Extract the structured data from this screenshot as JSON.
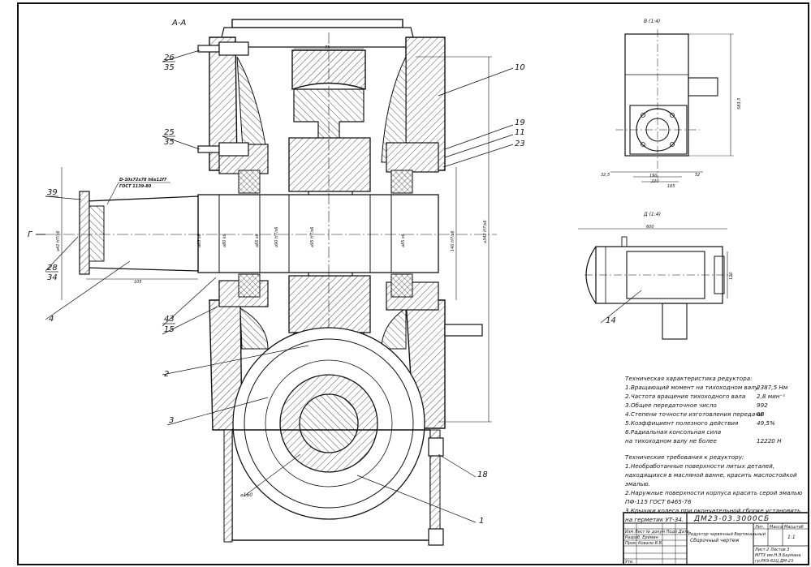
{
  "drawing": {
    "section_label": "А-А",
    "view_b_label": "В (1:4)",
    "view_d_label": "Д (1:4)",
    "view_g_label": "Г",
    "spline_spec_line1": "D-10x72x78 h6x12f7",
    "spline_spec_line2": "ГОСТ 1139-80"
  },
  "callouts": [
    {
      "num": "26",
      "sub": "35"
    },
    {
      "num": "25",
      "sub": "35"
    },
    {
      "num": "39",
      "sub": ""
    },
    {
      "num": "28",
      "sub": "34"
    },
    {
      "num": "4",
      "sub": ""
    },
    {
      "num": "43",
      "sub": "15"
    },
    {
      "num": "2",
      "sub": ""
    },
    {
      "num": "3",
      "sub": ""
    },
    {
      "num": "10",
      "sub": ""
    },
    {
      "num": "19",
      "sub": ""
    },
    {
      "num": "11",
      "sub": ""
    },
    {
      "num": "23",
      "sub": ""
    },
    {
      "num": "18",
      "sub": ""
    },
    {
      "num": "1",
      "sub": ""
    },
    {
      "num": "14",
      "sub": ""
    }
  ],
  "dimensions": {
    "d75": "75",
    "d105": "105",
    "d160": "⌀160",
    "d600": "600",
    "d32_5": "32,5",
    "d52": "52",
    "d190": "190",
    "d220": "220",
    "d165": "165",
    "d583": "583,5",
    "d120": "120",
    "fit1": "⌀42 H7/s6",
    "fit2": "⌀342 H7/s6",
    "fit3": "140 H7/s6",
    "shaft": [
      "⌀85 s6",
      "⌀80 k6",
      "⌀85 s6",
      "⌀90 H7/s6",
      "⌀95 H7/s6",
      "⌀85 s6"
    ]
  },
  "specs": {
    "heading": "Техническая характеристика редуктора:",
    "rows": [
      {
        "label": "1.Вращающий момент на тихоходном валу",
        "value": "2387,5 Нм"
      },
      {
        "label": "2.Частота вращения тихоходного вала",
        "value": "2,8  мин⁻¹"
      },
      {
        "label": "3.Общее передаточное число",
        "value": "992"
      },
      {
        "label": "4.Степени точности изготовления передачи",
        "value": "8В"
      },
      {
        "label": "5.Коэффициент полезного действия",
        "value": "49,5%"
      },
      {
        "label": "6.Радиальная консольная сила",
        "value": ""
      },
      {
        "label": "  на тихоходном валу не более",
        "value": "12220 Н"
      }
    ]
  },
  "requirements": {
    "heading": "Технические требования к редуктору:",
    "lines": [
      "1.Необработанные поверхности литых деталей,",
      "находящихся в масляной ванне, красить маслостойкой",
      "эмалью.",
      "2.Наружные поверхности корпуса красить серой эмалью",
      "ПФ-115 ГОСТ 6465-76",
      "3.Крышки колеса при окончательной сборке установить",
      "на герметик УТ-34."
    ]
  },
  "title_block": {
    "code": "ДМ23-03.3000СБ",
    "name_line1": "Редуктор червячный  Вертикальный",
    "name_line2": "Сборочный чертеж",
    "scale": "1:1",
    "sheet_label": "Лист 2  Листов 3",
    "org_line1": "МГТУ им.Н.Э.Баумана",
    "org_line2": "гр.РК9-62Ц  ДМ-23",
    "headers": [
      "Лит.",
      "Масса",
      "Масштаб"
    ],
    "roles": [
      "Изм Лист  № докум  Подп Дата",
      "Разраб. Ерёмин",
      "Пров.  Ковало В.В.",
      "",
      "Утв."
    ]
  }
}
